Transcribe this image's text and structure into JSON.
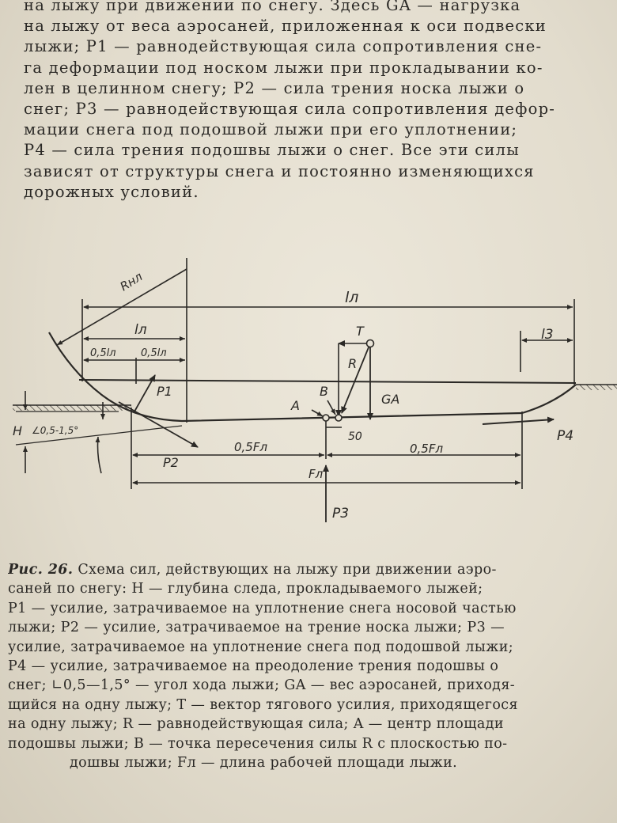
{
  "body_text": [
    "на лыжу при движении по снегу. Здесь GA — нагрузка",
    "на лыжу от веса аэросаней, приложенная к оси подвески",
    "лыжи; P1 — равнодействующая сила сопротивления сне-",
    "га деформации под носком лыжи при прокладывании ко-",
    "лен в целинном снегу; P2 — сила трения носка лыжи о",
    "снег; P3 — равнодействующая сила сопротивления дефор-",
    "мации снега под подошвой лыжи при его уплотнении;",
    "P4 — сила трения подошвы лыжи о снег. Все эти силы",
    "зависят от структуры снега и постоянно изменяющихся",
    "дорожных условий."
  ],
  "figure_labels": {
    "r_nl": "Rнл",
    "l_l_top": "lл",
    "l_l": "lл",
    "half_l_1": "0,5lл",
    "half_l_2": "0,5lл",
    "l3": "l3",
    "t": "T",
    "r": "R",
    "b": "B",
    "a": "A",
    "ga": "GA",
    "p1": "P1",
    "p2": "P2",
    "p3": "P3",
    "p4": "P4",
    "h": "H",
    "angle": "∠0,5-1,5°",
    "dim_50": "50",
    "half_f_1": "0,5Fл",
    "half_f_2": "0,5Fл",
    "f_l": "Fл"
  },
  "caption": {
    "lead": "Рис. 26.",
    "lines": [
      "Схема сил, действующих на лыжу при движении аэро-",
      "саней по снегу: H — глубина следа, прокладываемого лыжей;",
      "P1 — усилие, затрачиваемое на уплотнение снега носовой частью",
      "лыжи; P2 — усилие, затрачиваемое на трение носка лыжи; P3 —",
      "усилие, затрачиваемое на уплотнение снега под подошвой лыжи;",
      "P4 — усилие, затрачиваемое на преодоление трения подошвы о",
      "снег; ∟0,5—1,5° — угол хода лыжи; GA — вес аэросаней, приходя-",
      "щийся на одну лыжу; T — вектор тягового усилия, приходящегося",
      "на одну лыжу; R — равнодействующая сила; A — центр площади",
      "подошвы лыжи; B — точка пересечения силы R с плоскостью по-",
      "дошвы лыжи; Fл — длина рабочей площади лыжи."
    ]
  },
  "colors": {
    "ink": "#2b2926",
    "paper": "#e8e3d6"
  }
}
